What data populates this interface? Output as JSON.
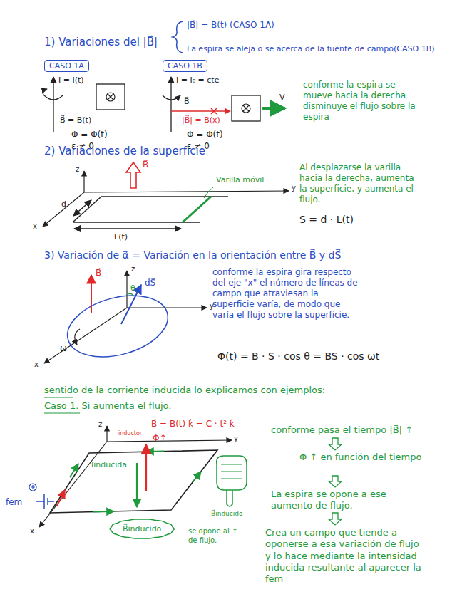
{
  "diagram": {
    "nodes": [
      {
        "text": [
          "CASO 1A"
        ]
      },
      {
        "text": [
          "CASO 1B"
        ]
      },
      {
        "text": [
          "B⃗inducido"
        ]
      }
    ],
    "labels": [
      "1) Variaciones del |B⃗|",
      "|B⃗| = B(t)   (CASO 1A)",
      "La espira se aleja o se acerca de la fuente de campo(CASO 1B)",
      "I = I(t)",
      "B⃗ = B(t)",
      "Φ = Φ(t)",
      "ε ≠ 0",
      "I = I₀ = cte",
      "B⃗",
      "|B⃗| = B(x)",
      "V",
      "Φ = Φ(t)",
      "ε ≠ 0",
      "conforme la espira se mueve hacia la derecha disminuye el flujo sobre la espira",
      "2) Variaciones de la superficie",
      "z",
      "B⃗",
      "Varilla móvil",
      "y",
      "x",
      "d",
      "L(t)",
      "Al desplazarse la varilla hacia la derecha, aumenta la superficie, y aumenta el flujo.",
      "S = d · L(t)",
      "3) Variación de α⃗ = Variación en la orientación entre B⃗ y dS⃗",
      "B⃗",
      "z",
      "dS⃗",
      "θ",
      "ω",
      "y",
      "x",
      "conforme la espira gira respecto del eje \"x\" el número de líneas de campo que atraviesan la superficie varía, de modo que varía el flujo sobre la superficie.",
      "Φ(t) = B · S · cos θ = BS · cos ωt",
      "sentido de la corriente inducida lo explicamos con ejemplos:",
      "Caso 1. Si aumenta el flujo.",
      "z",
      "B⃗ = B(t) k⃗ = C · t² k⃗",
      "inductor",
      "Φ↑",
      "y",
      "Iinducida",
      "fem",
      "x",
      "se opone al ↑ de flujo.",
      "B⃗inducido",
      "conforme pasa el tiempo |B⃗| ↑",
      "Φ ↑ en función del tiempo",
      "La espira se opone a ese aumento de flujo.",
      "Crea un campo que tiende a oponerse a esa variación de flujo y lo hace mediante la intensidad inducida resultante al aparecer la fem"
    ]
  }
}
